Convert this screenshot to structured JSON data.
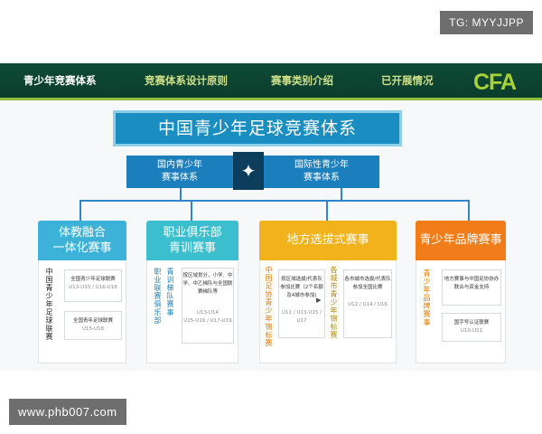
{
  "watermark_top": "TG: MYYJJPP",
  "watermark_bottom": "www.phb007.com",
  "nav": {
    "items": [
      "青少年竞赛体系",
      "竞赛体系设计原则",
      "赛事类别介绍",
      "已开展情况"
    ],
    "logo": "CFA"
  },
  "title": "中国青少年足球竞赛体系",
  "subsystems": {
    "left": "国内青少年\n赛事体系",
    "right": "国际性青少年\n赛事体系"
  },
  "colors": {
    "nav": "#0b3e2c",
    "blue": "#1c7fbd",
    "teal": "#3bbfcf",
    "gold": "#f2b21c",
    "orange": "#f07d1a"
  },
  "categories": [
    {
      "title": "体教融合\n一体化赛事",
      "vertical": "中国青少年足球联赛",
      "items": [
        {
          "label": "全国青少年足球联赛",
          "num": "U13-U15 / U16-U18"
        },
        {
          "label": "全国青年足球联赛",
          "num": "U15-U18"
        }
      ]
    },
    {
      "title": "职业俱乐部\n青训赛事",
      "vertical1": "职业联赛俱乐部",
      "vertical2": "青训梯队赛事",
      "items": [
        {
          "label": "按区域划分，小学、中学、中乙梯队与全国联赛梯队等",
          "num": "U13-U14\nU15-U16 / U17-U19"
        }
      ]
    },
    {
      "title": "地方选拔式赛事",
      "vertical1": "中国足协青少年锦标赛",
      "vertical2": "各城市青少年锦标赛",
      "items": [
        {
          "label": "按区域选拔/代表队参加比赛（2个名额及4城市参加)",
          "num": "U11 / U13-U15 / U17"
        },
        {
          "label": "各市城市选拔/代表队参加全国比赛",
          "num": "U12 / U14 / U16"
        }
      ]
    },
    {
      "title": "青少年品牌赛事",
      "vertical": "青少年品牌赛事",
      "items": [
        {
          "label": "地方赛事与中国足协协办联合与资金支持",
          "num": ""
        },
        {
          "label": "国字号认证联赛",
          "num": "U10-U21"
        }
      ]
    }
  ]
}
